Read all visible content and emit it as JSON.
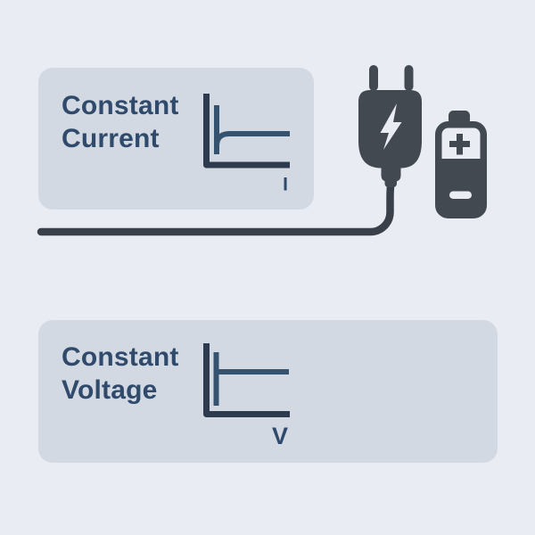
{
  "colors": {
    "page_bg": "#e9edf3",
    "panel_bg": "#d3d9e3",
    "label_text": "#2f4a6a",
    "graph_axis": "#2e3b4e",
    "graph_curve": "#35536f",
    "icon_charcoal": "#424951",
    "cable": "#3a4049",
    "cutout_light": "#e9edf3"
  },
  "cc_panel": {
    "label": "Constant Current",
    "graph": {
      "type": "line",
      "axis_label": "I",
      "shape": "steep drop from y-axis rounding into a flat horizontal line"
    }
  },
  "cv_panel": {
    "label": "Constant Voltage",
    "graph": {
      "type": "line",
      "axis_label": "V",
      "shape": "vertical rise at y-axis with flat horizontal line branching right"
    }
  },
  "icons": {
    "charger": "power-adapter-with-lightning-bolt",
    "lightning": "lightning-bolt",
    "battery": "battery-with-plus-and-minus",
    "battery_plus": "plus-sign",
    "battery_minus": "minus-sign",
    "cable": "charging-cable"
  }
}
